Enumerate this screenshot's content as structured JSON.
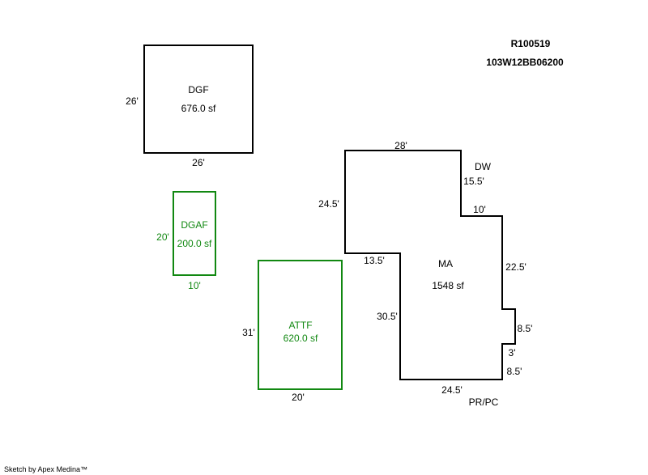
{
  "header": {
    "parcel_id": "R100519",
    "map_number": "103W12BB06200"
  },
  "footer": {
    "credit": "Sketch by Apex Medina™"
  },
  "areas": {
    "dgf": {
      "code": "DGF",
      "area": "676.0 sf",
      "dim_side": "26'",
      "dim_bottom": "26'"
    },
    "dgaf": {
      "code": "DGAF",
      "area": "200.0 sf",
      "dim_side": "20'",
      "dim_bottom": "10'"
    },
    "attf": {
      "code": "ATTF",
      "area": "620.0 sf",
      "dim_side": "31'",
      "dim_bottom": "20'"
    },
    "ma": {
      "code": "MA",
      "area": "1548 sf",
      "dims": {
        "top": "28'",
        "left_upper": "24.5'",
        "step_in": "13.5'",
        "left_lower": "30.5'",
        "bottom": "24.5'",
        "right_upper": "15.5'",
        "notch_top": "10'",
        "right_mid": "22.5'",
        "bump_right": "8.5'",
        "bump_step": "3'",
        "right_lower": "8.5'"
      },
      "tags": {
        "dw": "DW",
        "prpc": "PR/PC"
      }
    }
  },
  "colors": {
    "outline_black": "#000000",
    "outline_green": "#118811"
  }
}
